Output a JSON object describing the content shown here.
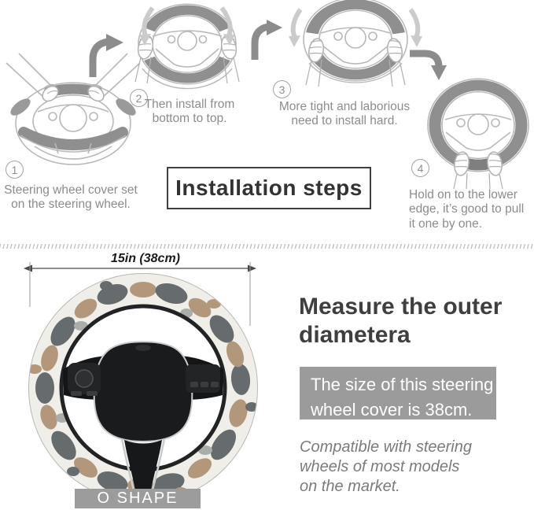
{
  "installation": {
    "title": "Installation steps",
    "steps": [
      {
        "number": "1",
        "lines": [
          "Steering wheel cover set",
          "on the steering wheel."
        ]
      },
      {
        "number": "2",
        "lines": [
          "Then install from",
          "bottom to top."
        ]
      },
      {
        "number": "3",
        "lines": [
          "More tight and laborious",
          "need to install hard."
        ]
      },
      {
        "number": "4",
        "lines": [
          "Hold on to the lower",
          "edge, it’s good to pull",
          "it one by one."
        ]
      }
    ]
  },
  "measurement": {
    "dimension_label": "15in (38cm)",
    "shape_label": "O SHAPE",
    "heading_lines": [
      "Measure the outer",
      "diametera"
    ],
    "size_note_lines": [
      "The size of this steering",
      "wheel cover is 38cm."
    ],
    "compat_lines": [
      "Compatible with steering",
      "wheels of most models",
      "on the market."
    ]
  },
  "icons": {
    "turn_right_arrow": "curved turn-right arrow",
    "turn_down_arrow": "curved turn-down arrow",
    "pull_down_arrow": "light curved pull-down arrow"
  },
  "colors": {
    "illustration_line": "#b8b8b8",
    "cover_gray": "#8f8f8f",
    "dark_arrow": "#8c8c8c",
    "light_arrow": "#cbcbcb",
    "caption_text": "#8c8c8c",
    "title_text": "#333333",
    "note_box_bg": "#9b9b9b",
    "badge_bg": "#9c9c9c",
    "camo_base": "#f0eee8",
    "camo_dark": "#666c6d",
    "camo_tan": "#b2977a",
    "wheel_black": "#1a1b1d"
  }
}
